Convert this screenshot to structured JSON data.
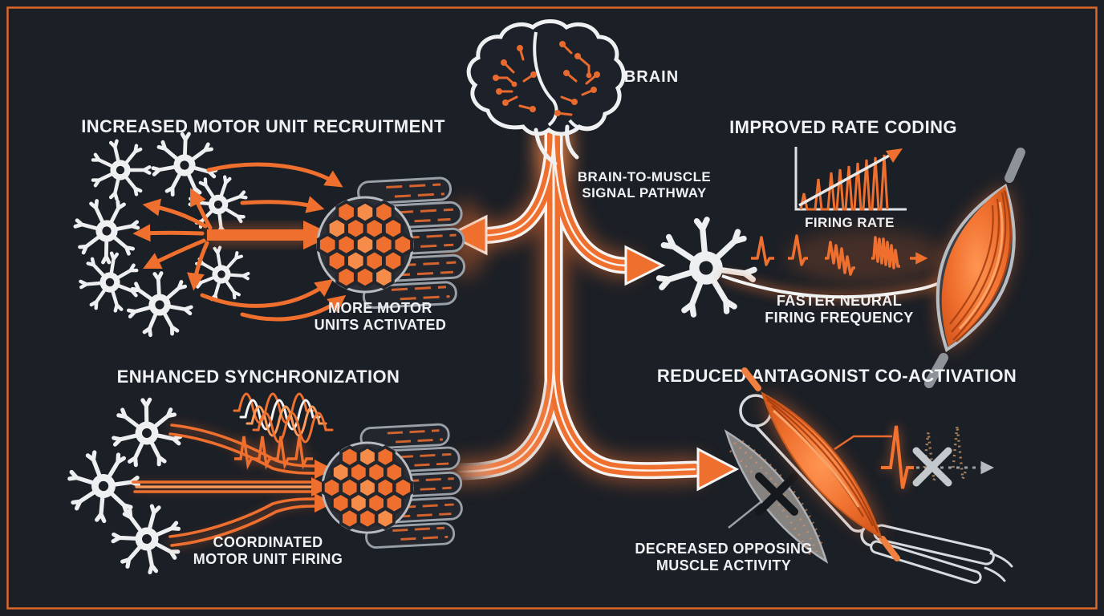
{
  "colors": {
    "background": "#1b1f26",
    "frame_border": "#e0662a",
    "accent_orange": "#ef6f2e",
    "accent_orange_bright": "#ff9552",
    "text_white": "#f1f2f4",
    "bone_grey": "#d7dbdf",
    "muted_grey": "#9aa0a8"
  },
  "brain": {
    "label": "BRAIN",
    "pathway_line1": "BRAIN-TO-MUSCLE",
    "pathway_line2": "SIGNAL PATHWAY"
  },
  "quadrants": {
    "recruitment": {
      "title": "INCREASED MOTOR UNIT RECRUITMENT",
      "caption_line1": "MORE MOTOR",
      "caption_line2": "UNITS ACTIVATED"
    },
    "rate_coding": {
      "title": "IMPROVED RATE CODING",
      "chart_label": "FIRING RATE",
      "caption_line1": "FASTER NEURAL",
      "caption_line2": "FIRING FREQUENCY"
    },
    "synchronization": {
      "title": "ENHANCED SYNCHRONIZATION",
      "caption_line1": "COORDINATED",
      "caption_line2": "MOTOR UNIT FIRING"
    },
    "antagonist": {
      "title": "REDUCED ANTAGONIST CO-ACTIVATION",
      "caption_line1": "DECREASED OPPOSING",
      "caption_line2": "MUSCLE ACTIVITY"
    }
  },
  "icons": {
    "brain-icon": "brain outline with circuit traces",
    "neuron-icon": "motor neuron cell",
    "muscle-fascicle-icon": "muscle fiber bundle cross-section",
    "muscle-spindle-icon": "fusiform muscle",
    "arm-icon": "elbow joint with bones",
    "agonist-muscle-icon": "active orange muscle",
    "antagonist-muscle-icon": "inhibited grey muscle",
    "firing-rate-chart-icon": "rising spike frequency chart",
    "spike-train-icon": "neural firing spikes",
    "waveform-icon": "synchronized overlapping waveforms",
    "x-mark-icon": "inhibition cross",
    "pathway-arrow-icon": "branching signal arrow"
  }
}
